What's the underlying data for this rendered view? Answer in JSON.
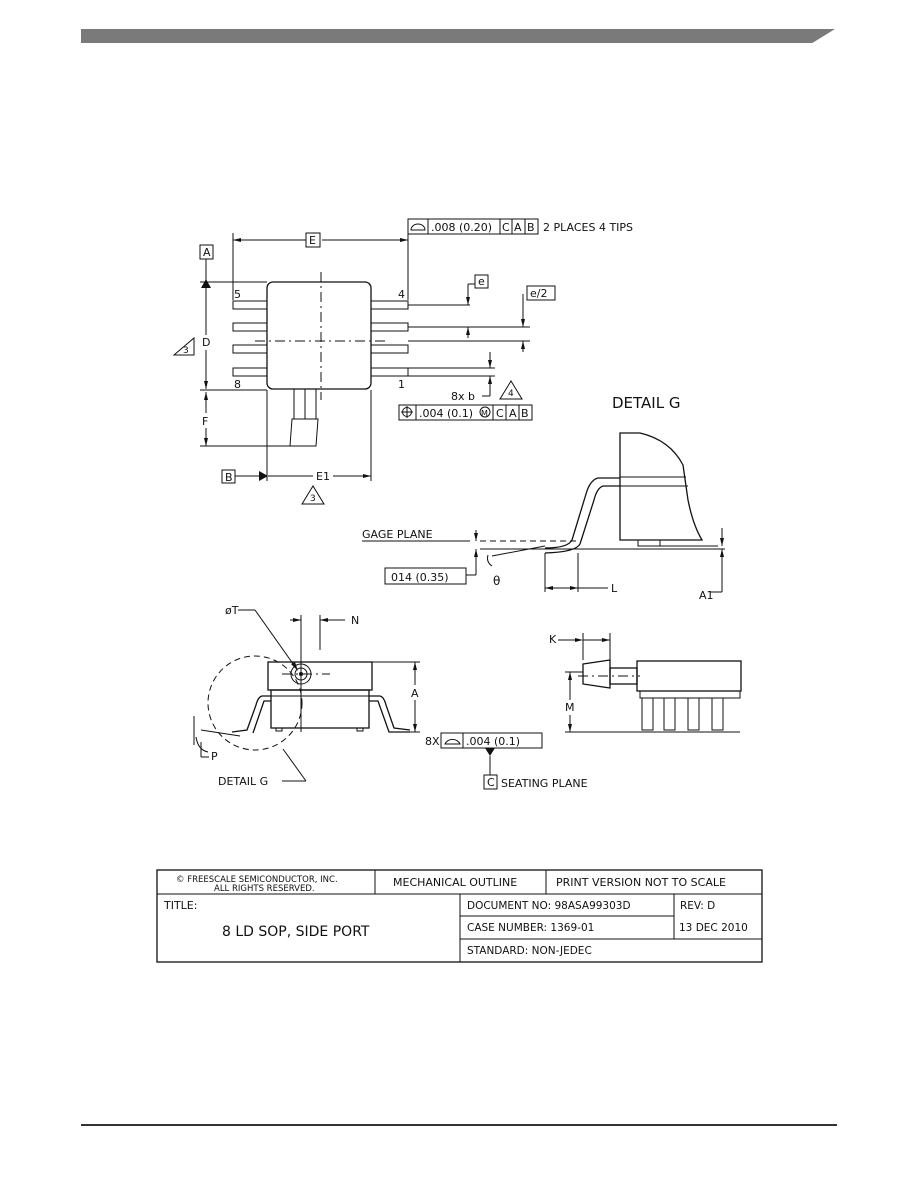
{
  "header": {
    "bar_color": "#7a7a7a"
  },
  "top_view": {
    "fcf_tol": ".008 (0.20)",
    "fcf_ref1": "C",
    "fcf_ref2": "A",
    "fcf_ref3": "B",
    "fcf_note": "2 PLACES 4 TIPS",
    "dim_e_label": "E",
    "datum_a": "A",
    "datum_b": "B",
    "pin5": "5",
    "pin4": "4",
    "pin8": "8",
    "pin1": "1",
    "dim_d": "D",
    "dim_f": "F",
    "dim_e1": "E1",
    "note3a": "3",
    "note3b": "3",
    "note4": "4",
    "pitch": "e",
    "half_pitch": "e/2",
    "lead_width": "8x  b",
    "pos_tol": ".004 (0.1)",
    "pos_mod": "M",
    "pos_ref1": "C",
    "pos_ref2": "A",
    "pos_ref3": "B"
  },
  "detail_g": {
    "title": "DETAIL G",
    "gage_plane": "GAGE PLANE",
    "gage_value": "014 (0.35)",
    "theta": "θ",
    "dim_l": "L",
    "dim_a1": "A1"
  },
  "side_view": {
    "dia_t": "øT",
    "dim_n": "N",
    "dim_a": "A",
    "coplanarity_prefix": "8X",
    "coplanarity_tol": ".004 (0.1)",
    "datum_c": "C",
    "seating_plane": "SEATING PLANE",
    "dim_p": "P",
    "detail_ref": "DETAIL G"
  },
  "end_view": {
    "dim_k": "K",
    "dim_m": "M"
  },
  "title_block": {
    "copyright_line1": "© FREESCALE SEMICONDUCTOR, INC.",
    "copyright_line2": "ALL RIGHTS RESERVED.",
    "outline_label": "MECHANICAL OUTLINE",
    "print_note": "PRINT VERSION NOT TO SCALE",
    "title_label": "TITLE:",
    "title_value": "8 LD SOP, SIDE PORT",
    "document_no": "DOCUMENT NO: 98ASA99303D",
    "rev": "REV: D",
    "case_number": "CASE NUMBER: 1369-01",
    "date": "13 DEC 2010",
    "standard": "STANDARD: NON-JEDEC"
  }
}
